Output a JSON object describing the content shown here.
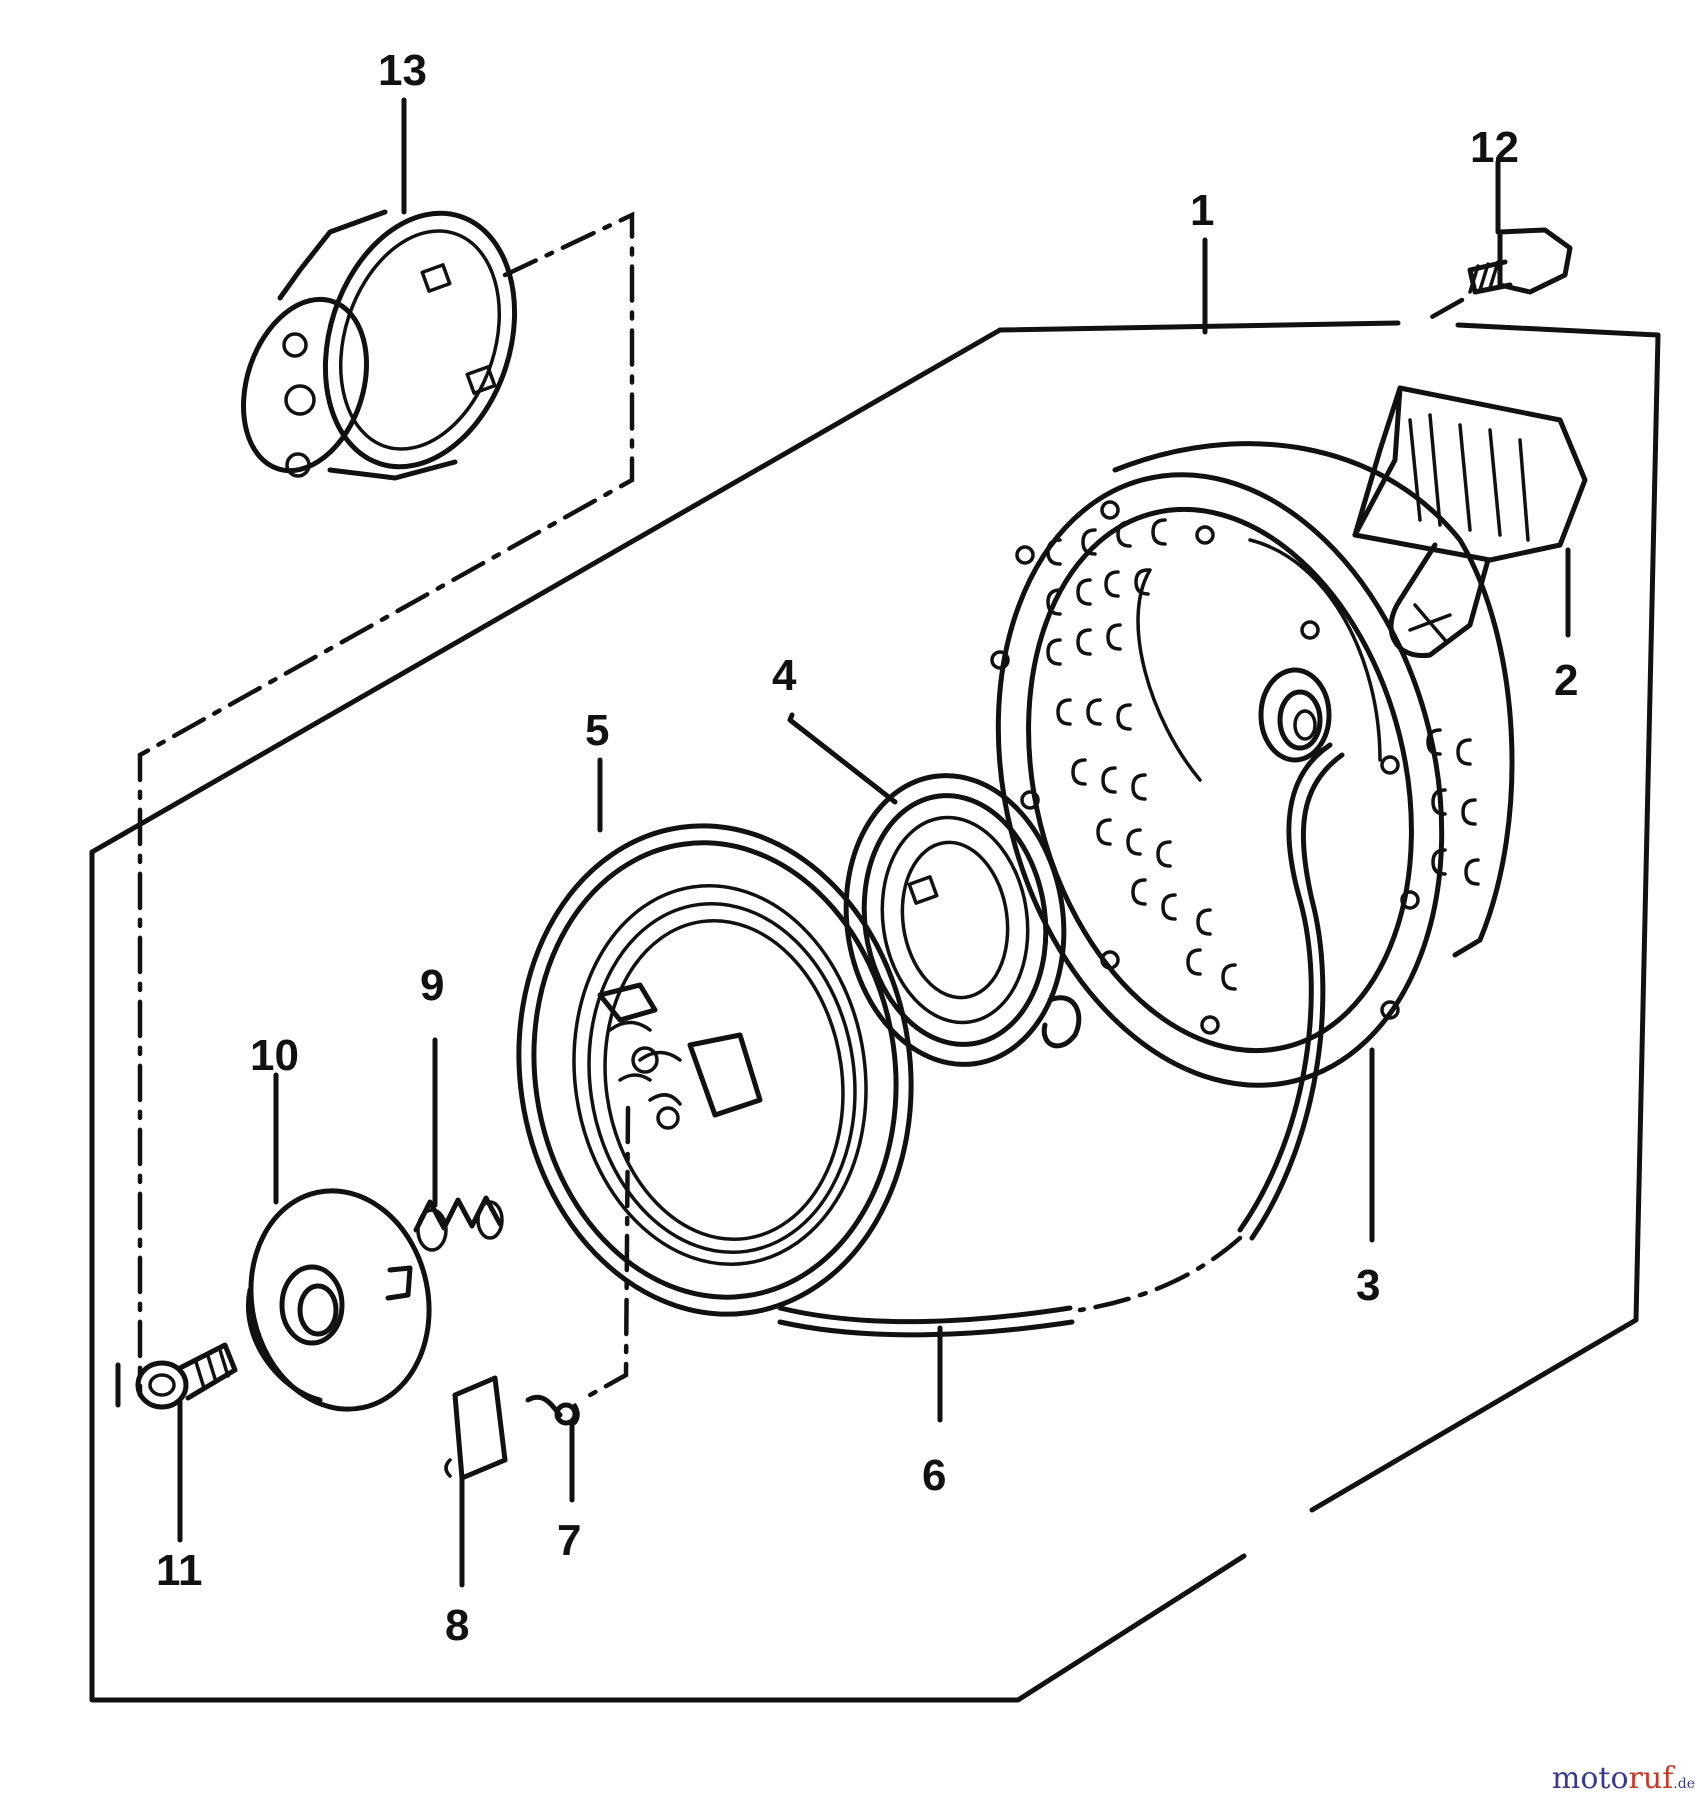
{
  "callouts": {
    "c1": "1",
    "c2": "2",
    "c3": "3",
    "c4": "4",
    "c5": "5",
    "c6": "6",
    "c7": "7",
    "c8": "8",
    "c9": "9",
    "c10": "10",
    "c11": "11",
    "c12": "12",
    "c13": "13"
  },
  "watermark": {
    "part1": "moto",
    "part2": "ruf",
    "part3": ".de"
  }
}
